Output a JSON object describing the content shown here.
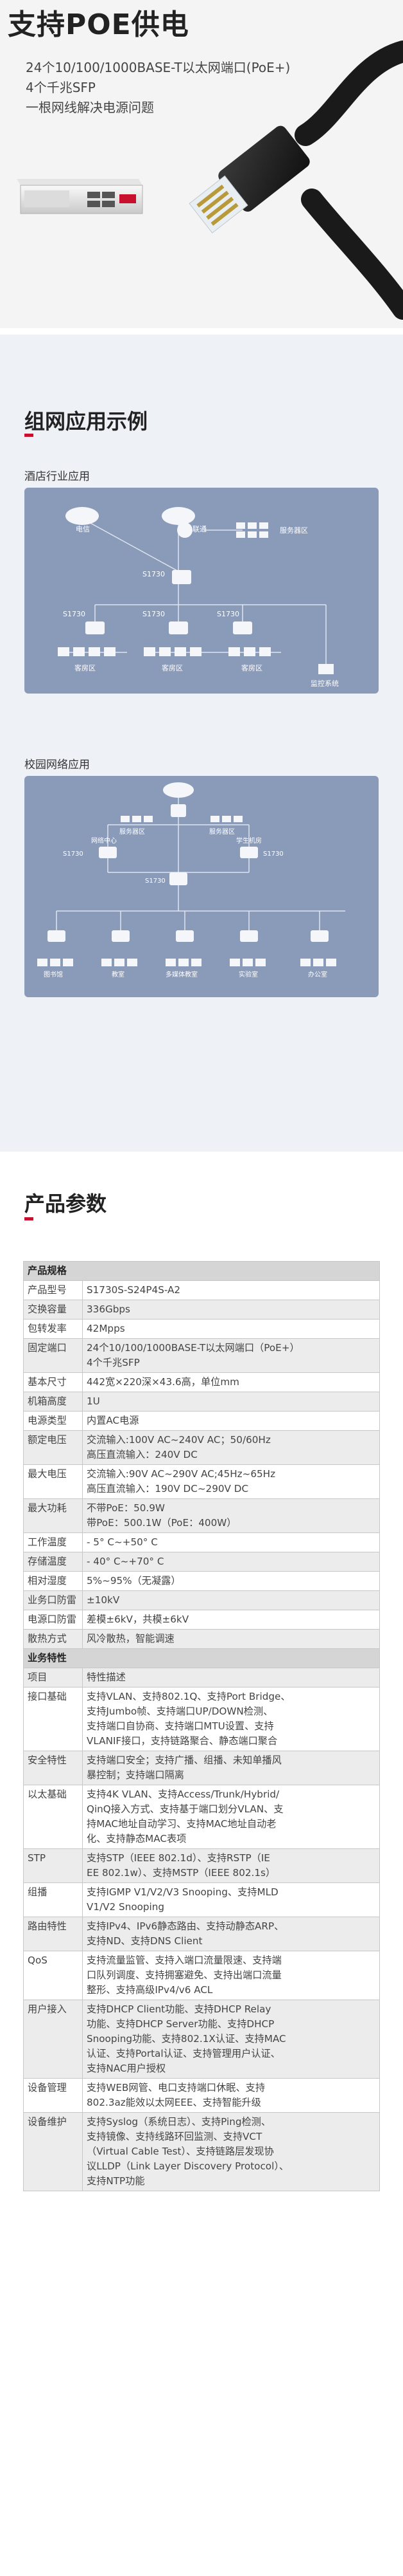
{
  "poe": {
    "title": "支持POE供电",
    "lines": [
      "24个10/100/1000BASE-T以太网端口(PoE+)",
      "4个千兆SFP",
      "一根网线解决电源问题"
    ]
  },
  "network": {
    "title": "组网应用示例",
    "hotel_label": "酒店行业应用",
    "campus_label": "校园网络应用",
    "hotel": {
      "telecom": "电信",
      "unicom": "联通",
      "server": "服务器区",
      "core": "S1730",
      "access": [
        "S1730",
        "S1730",
        "S1730"
      ],
      "guest": [
        "客房区",
        "客房区",
        "客房区"
      ],
      "monitor": "监控系统"
    },
    "campus": {
      "server_l": "服务器区",
      "server_r": "服务器区",
      "center": "网络中心",
      "center_sw": "S1730",
      "student": "学生机房",
      "student_sw": "S1730",
      "core": "S1730",
      "bottom": [
        "图书馆",
        "教室",
        "多媒体教室",
        "实验室",
        "办公室"
      ]
    }
  },
  "params": {
    "title": "产品参数",
    "rows": [
      {
        "type": "head",
        "k": "产品规格"
      },
      {
        "k": "产品型号",
        "v": [
          "S1730S-S24P4S-A2"
        ]
      },
      {
        "k": "交换容量",
        "v": [
          "336Gbps"
        ]
      },
      {
        "k": "包转发率",
        "v": [
          "42Mpps"
        ]
      },
      {
        "k": "固定端口",
        "v": [
          "24个10/100/1000BASE-T以太网端口（PoE+）",
          "4个千兆SFP"
        ]
      },
      {
        "k": "基本尺寸",
        "v": [
          "442宽×220深×43.6高，单位mm"
        ]
      },
      {
        "k": "机箱高度",
        "v": [
          "1U"
        ]
      },
      {
        "k": "电源类型",
        "v": [
          "内置AC电源"
        ]
      },
      {
        "k": "额定电压",
        "v": [
          "交流输入:100V AC~240V AC；50/60Hz",
          "高压直流输入：240V DC"
        ]
      },
      {
        "k": "最大电压",
        "v": [
          "交流输入:90V AC~290V AC;45Hz~65Hz",
          "高压直流输入：190V DC~290V DC"
        ]
      },
      {
        "k": "最大功耗",
        "v": [
          "不带PoE：50.9W",
          "带PoE：500.1W（PoE：400W）"
        ]
      },
      {
        "k": "工作温度",
        "v": [
          "- 5° C~+50° C"
        ]
      },
      {
        "k": "存储温度",
        "v": [
          "- 40° C~+70° C"
        ]
      },
      {
        "k": "相对湿度",
        "v": [
          "5%~95%（无凝露）"
        ]
      },
      {
        "k": "业务口防雷",
        "v": [
          "±10kV"
        ]
      },
      {
        "k": "电源口防雷",
        "v": [
          "差模±6kV，共模±6kV"
        ]
      },
      {
        "k": "散热方式",
        "v": [
          "风冷散热，智能调速"
        ]
      },
      {
        "type": "head",
        "k": "业务特性"
      },
      {
        "k": "项目",
        "v": [
          "特性描述"
        ]
      },
      {
        "k": "接口基础",
        "v": [
          "支持VLAN、支持802.1Q、支持Port Bridge、",
          "支持Jumbo帧、支持端口UP/DOWN检测、",
          "支持端口自协商、支持端口MTU设置、支持",
          "VLANIF接口，支持链路聚合、静态端口聚合"
        ]
      },
      {
        "k": "安全特性",
        "v": [
          "支持端口安全；支持广播、组播、未知单播风",
          "暴控制；支持端口隔离"
        ]
      },
      {
        "k": "以太基础",
        "v": [
          "支持4K VLAN、支持Access/Trunk/Hybrid/",
          "QinQ接入方式、支持基于端口划分VLAN、支",
          "持MAC地址自动学习、支持MAC地址自动老",
          "化、支持静态MAC表项"
        ]
      },
      {
        "k": "STP",
        "v": [
          "支持STP（IEEE 802.1d）、支持RSTP（IE",
          "EE 802.1w）、支持MSTP（IEEE 802.1s）"
        ]
      },
      {
        "k": "组播",
        "v": [
          "支持IGMP V1/V2/V3 Snooping、支持MLD",
          "V1/V2 Snooping"
        ]
      },
      {
        "k": "路由特性",
        "v": [
          "支持IPv4、IPv6静态路由、支持动静态ARP、",
          "支持ND、支持DNS Client"
        ]
      },
      {
        "k": "QoS",
        "v": [
          "支持流量监管、支持入端口流量限速、支持端",
          "口队列调度、支持拥塞避免、支持出端口流量",
          "整形、支持高级IPv4/v6 ACL"
        ]
      },
      {
        "k": "用户接入",
        "v": [
          "支持DHCP Client功能、支持DHCP Relay",
          "功能、支持DHCP Server功能、支持DHCP",
          "Snooping功能、支持802.1X认证、支持MAC",
          "认证、支持Portal认证、支持管理用户认证、",
          "支持NAC用户授权"
        ]
      },
      {
        "k": "设备管理",
        "v": [
          "支持WEB网管、电口支持端口休眠、支持",
          "802.3az能效以太网EEE、支持智能升级"
        ]
      },
      {
        "k": "设备维护",
        "v": [
          "支持Syslog（系统日志）、支持Ping检测、",
          "支持镜像、支持线路环回监测、支持VCT",
          "（Virtual Cable Test）、支持链路层发现协",
          "议LLDP（Link Layer Discovery Protocol）、",
          "支持NTP功能"
        ]
      }
    ]
  }
}
